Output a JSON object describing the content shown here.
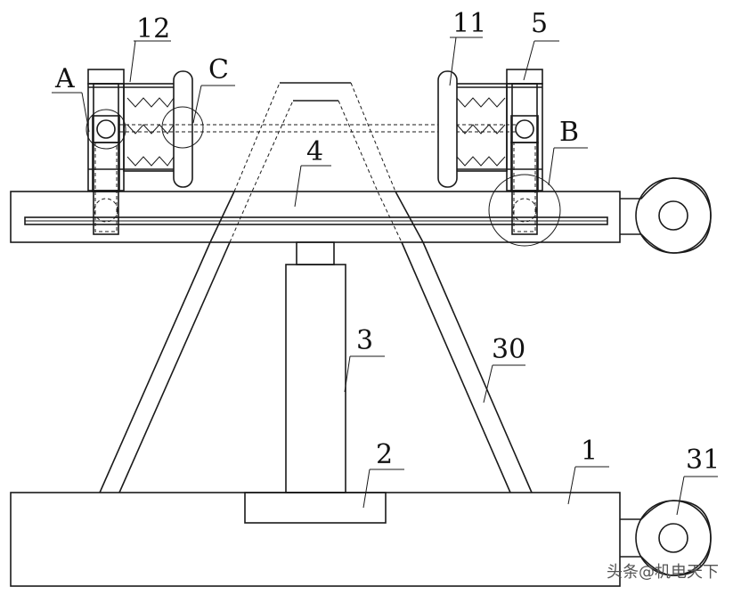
{
  "diagram": {
    "labels": {
      "l1": "1",
      "l2": "2",
      "l3": "3",
      "l4": "4",
      "l5": "5",
      "l11": "11",
      "l12": "12",
      "l30": "30",
      "l31": "31",
      "lA": "A",
      "lB": "B",
      "lC": "C"
    },
    "watermark": "头条@机电天下"
  }
}
